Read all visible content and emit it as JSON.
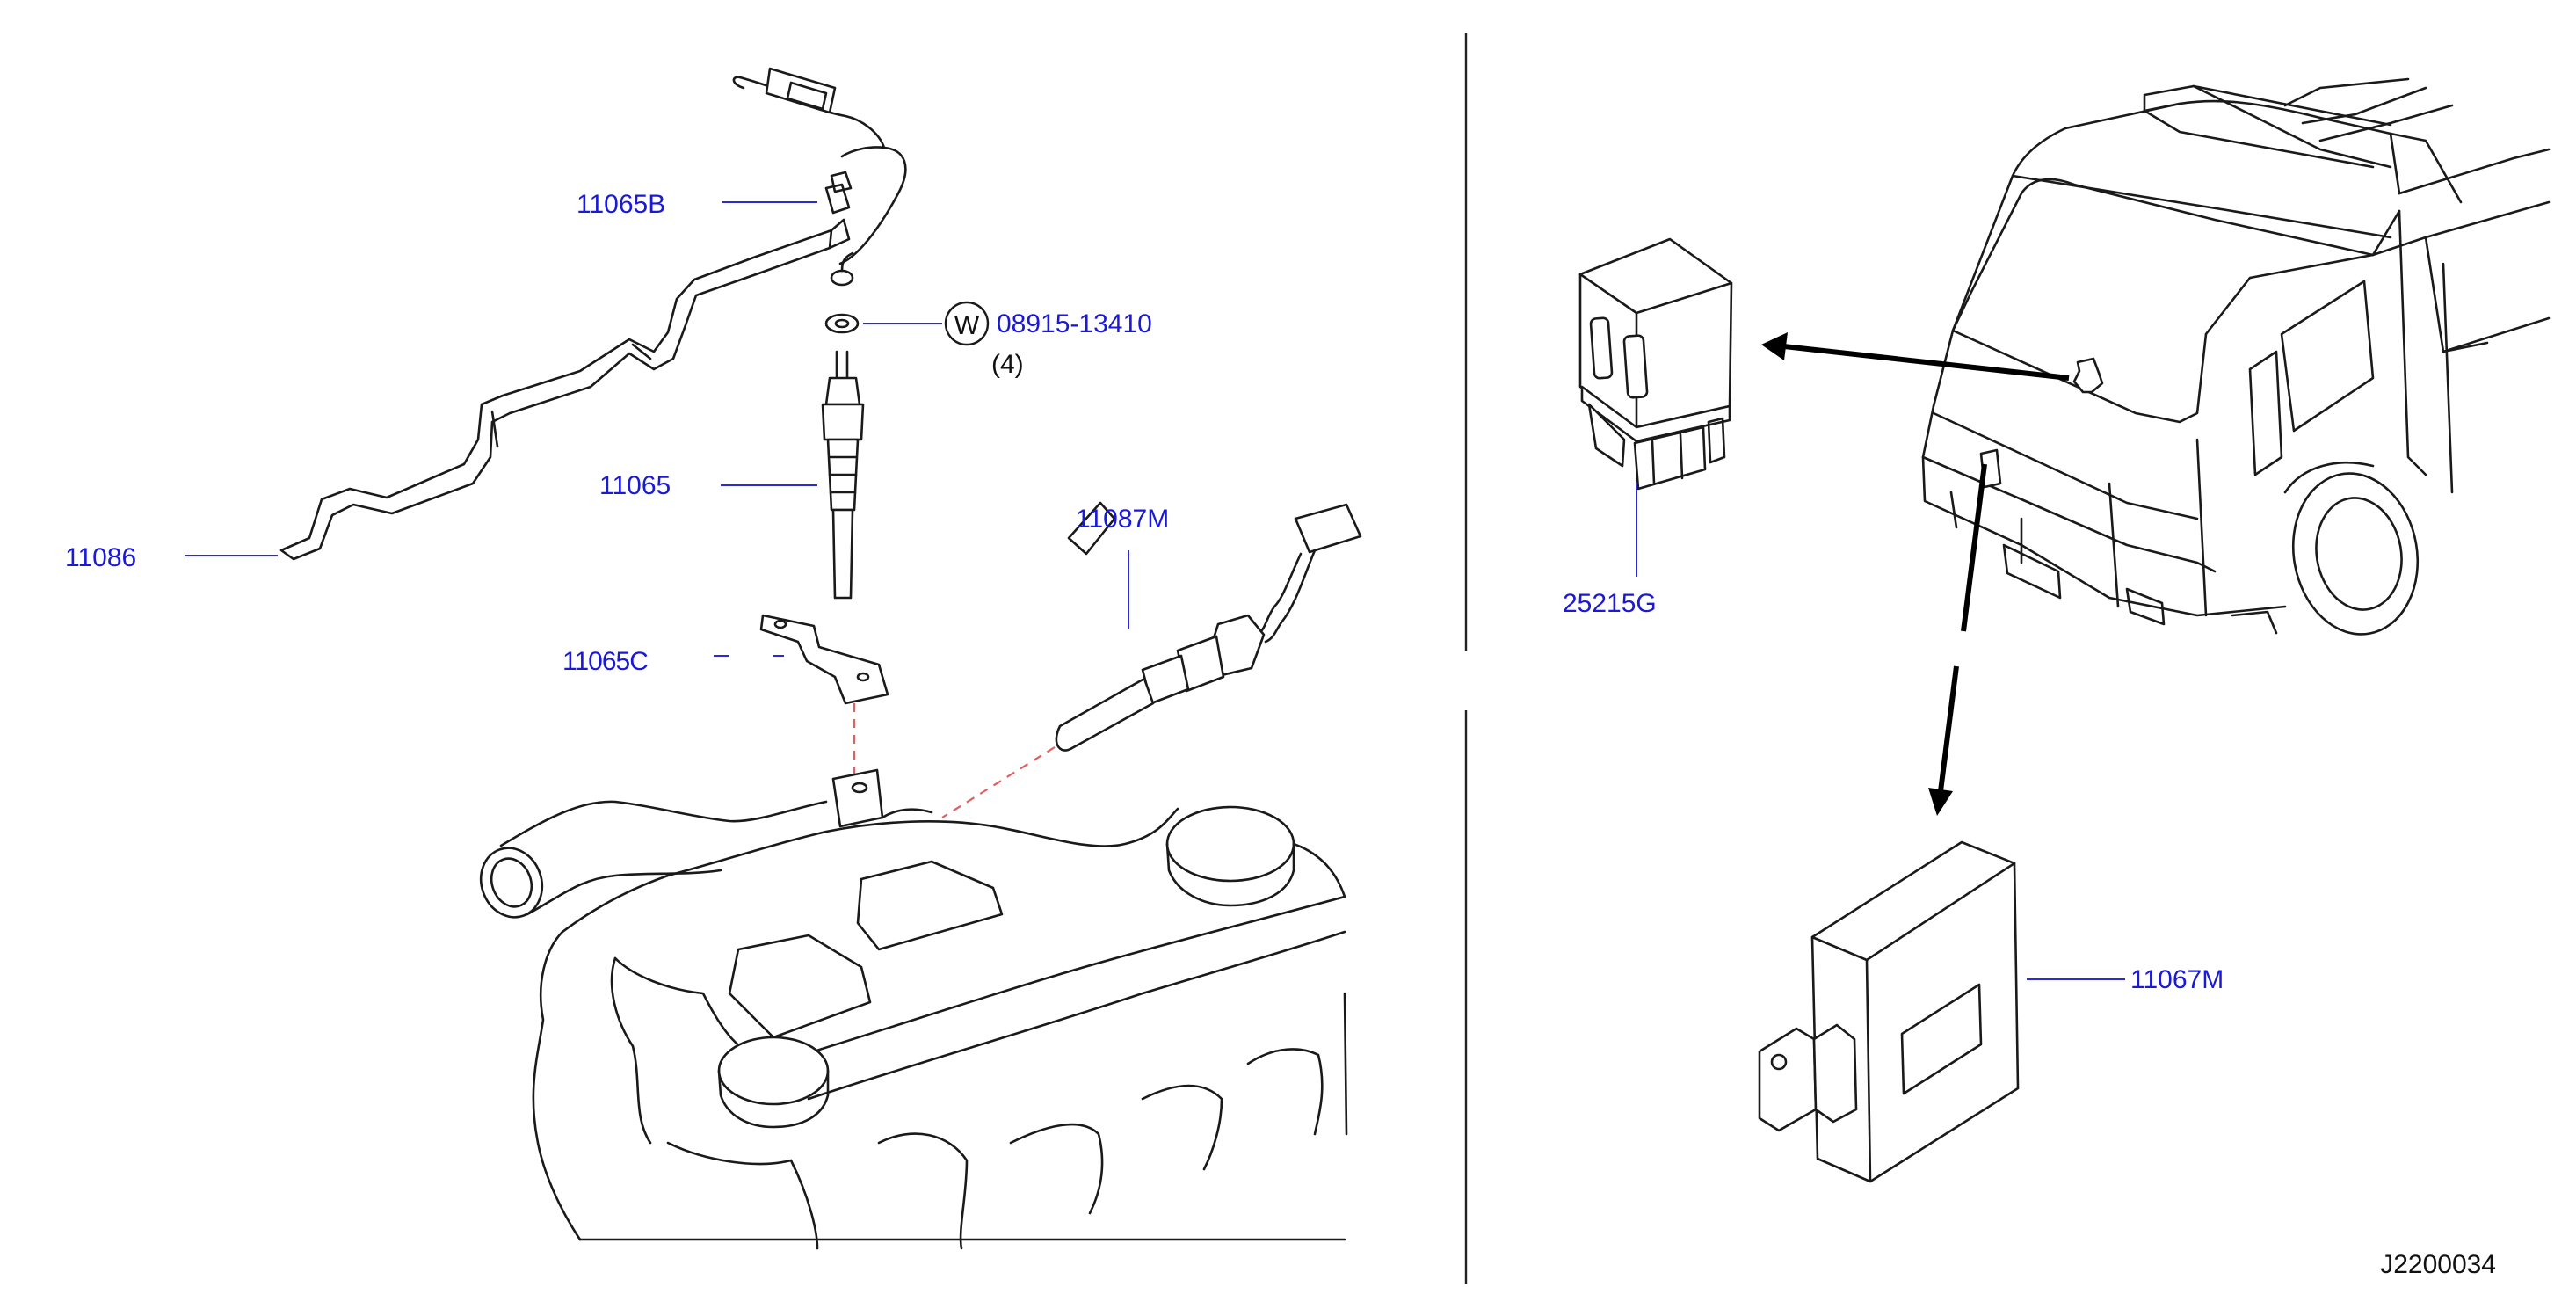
{
  "labels": {
    "p11065b": "11065B",
    "p08915": "08915-13410",
    "p08915_qty": "(4)",
    "washer_symbol": "W",
    "p11065": "11065",
    "p11086": "11086",
    "p11087m": "11087M",
    "p11065c": "11065C",
    "p25215g": "25215G",
    "p11067m": "11067M"
  },
  "diagram_code": "J2200034",
  "colors": {
    "label": "#1a1ad6",
    "leader": "#2b2bd0",
    "dash": "#e06060",
    "line": "#1a1a1a"
  }
}
